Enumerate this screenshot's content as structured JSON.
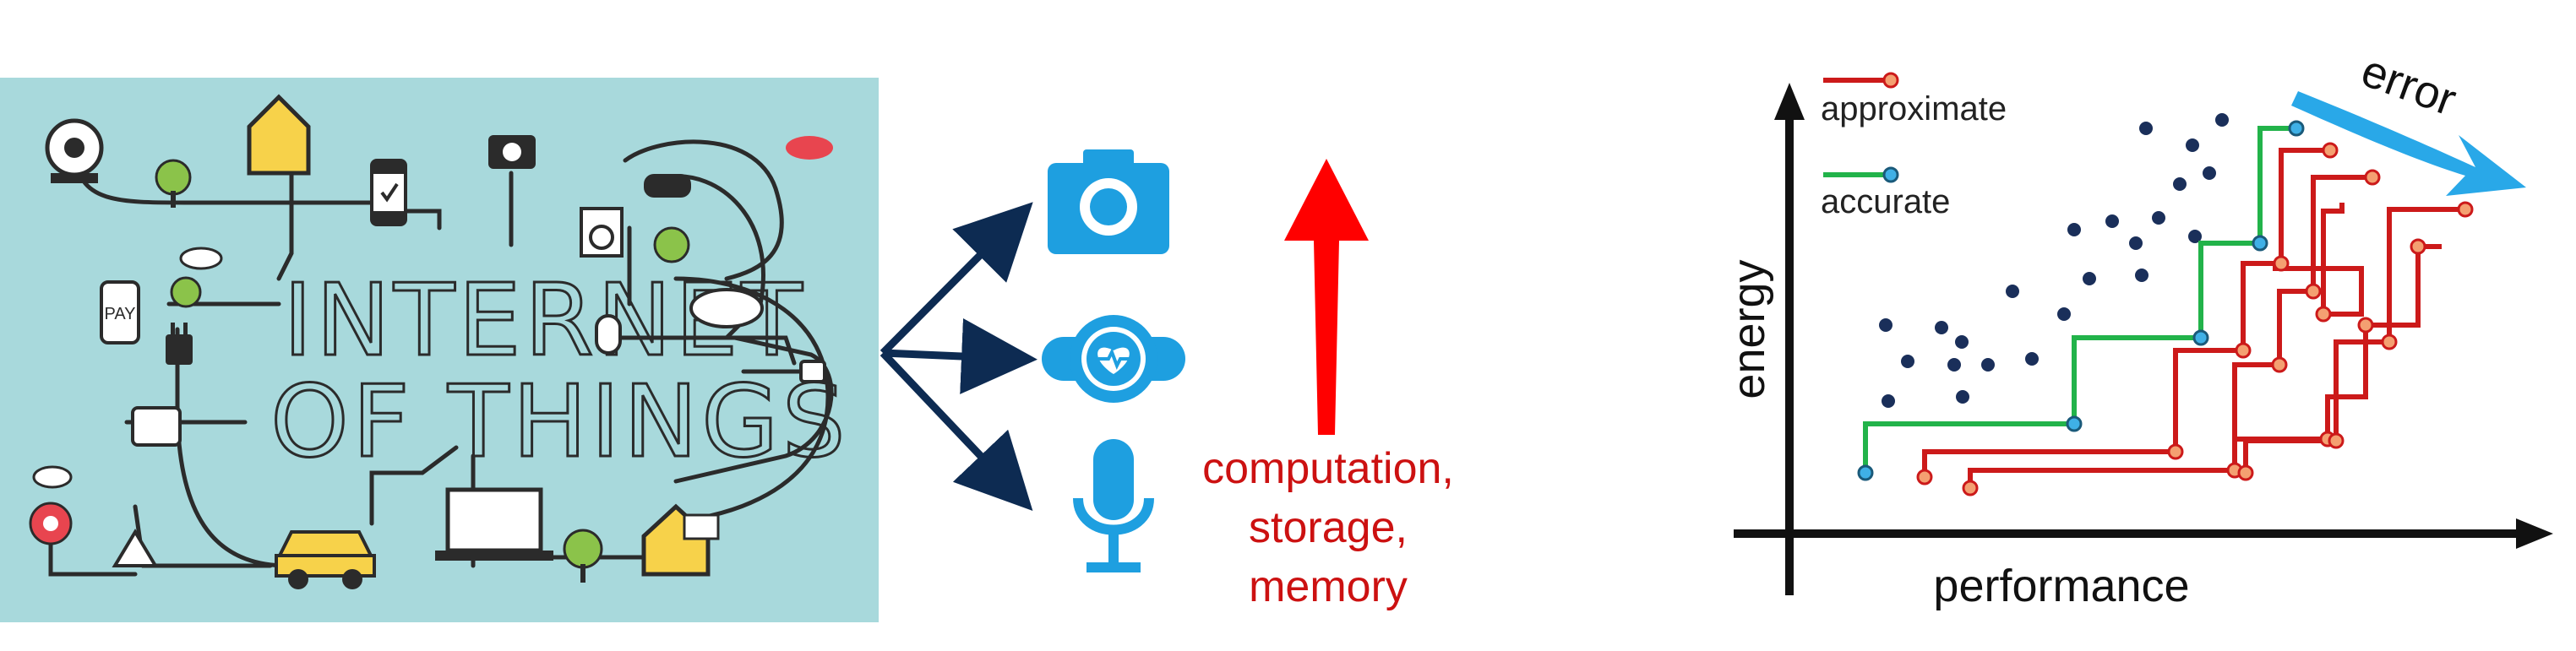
{
  "iot": {
    "title_line1": "INTERNET",
    "title_line2": "OF THINGS",
    "pay_label": "PAY",
    "background_color": "#a8d9dc"
  },
  "arrows": {
    "color": "#0d2b52"
  },
  "devices": {
    "color": "#1e9fe0",
    "icons": [
      "camera-icon",
      "smartwatch-heart-icon",
      "microphone-icon"
    ]
  },
  "resources": {
    "line1": "computation,",
    "line2": "storage,",
    "line3": "memory",
    "color": "#cc1111",
    "arrow_color": "#ff0000"
  },
  "chart": {
    "xlabel": "performance",
    "ylabel": "energy",
    "error_label": "error",
    "legend_approx": "approximate",
    "legend_accurate": "accurate",
    "approx_color": "#cc1a1a",
    "accurate_color": "#22b34a",
    "dot_color": "#1a2f5a",
    "error_arrow_color": "#29a8e8"
  }
}
